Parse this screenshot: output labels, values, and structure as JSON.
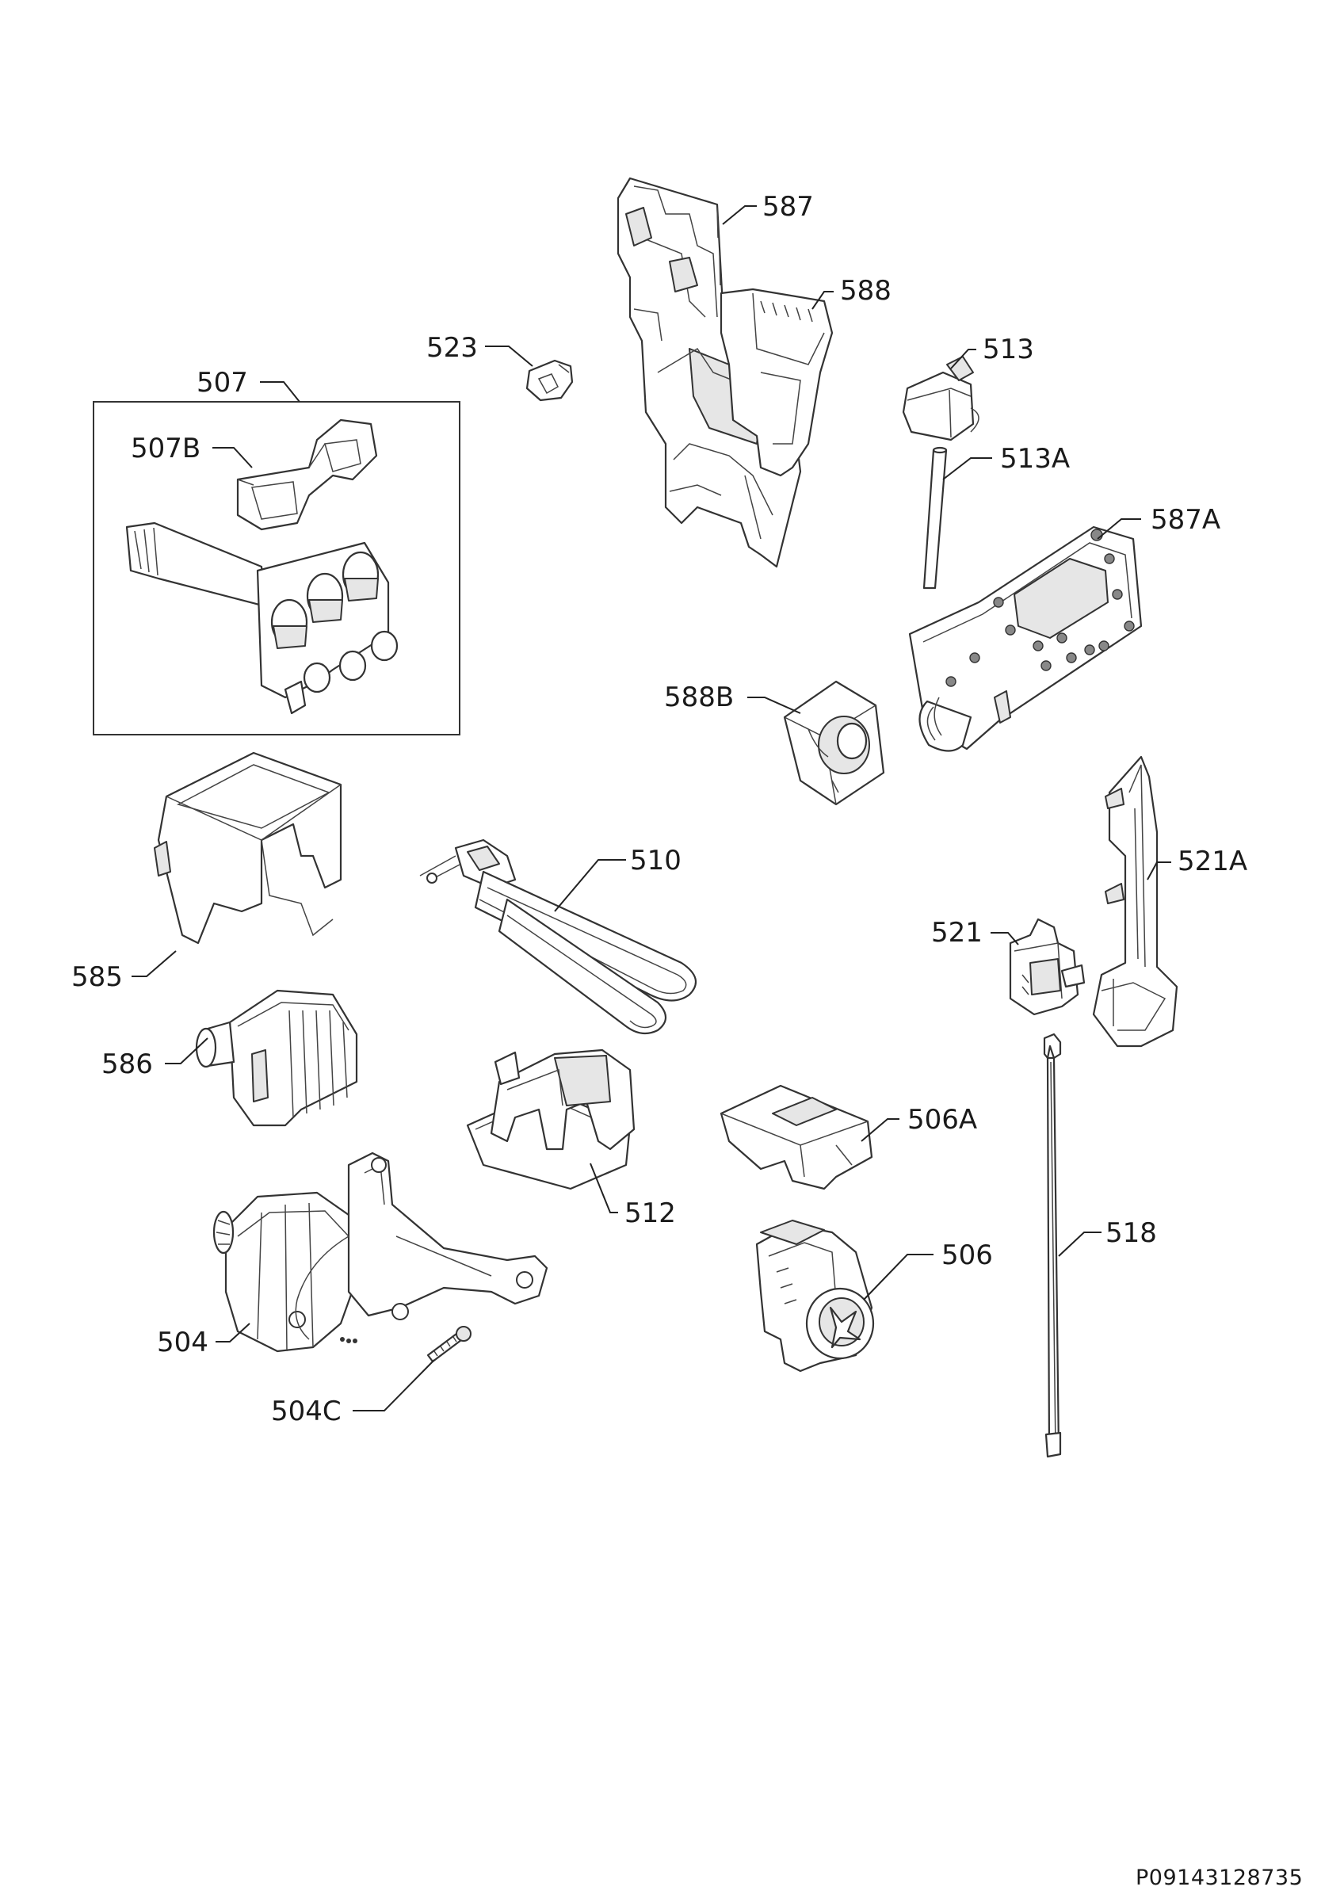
{
  "callouts": {
    "c587": "587",
    "c588": "588",
    "c523": "523",
    "c513": "513",
    "c507": "507",
    "c507b": "507B",
    "c513a": "513A",
    "c587a": "587A",
    "c588b": "588B",
    "c510": "510",
    "c521a": "521A",
    "c521": "521",
    "c585": "585",
    "c586": "586",
    "c506a": "506A",
    "c512": "512",
    "c518": "518",
    "c506": "506",
    "c504": "504",
    "c504c": "504C"
  },
  "document_id": "P09143128735"
}
